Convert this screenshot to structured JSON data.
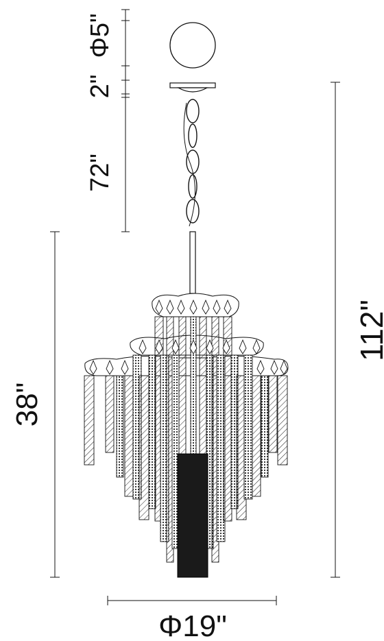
{
  "diagram": {
    "type": "dimension-drawing",
    "subject": "crystal chandelier pendant",
    "line_color": "#111111",
    "dimensions": {
      "canopy_diameter": "Φ5\"",
      "canopy_height": "2\"",
      "chain_length": "72\"",
      "fixture_height": "38\"",
      "overall_height": "112\"",
      "fixture_diameter": "Φ19\""
    }
  }
}
